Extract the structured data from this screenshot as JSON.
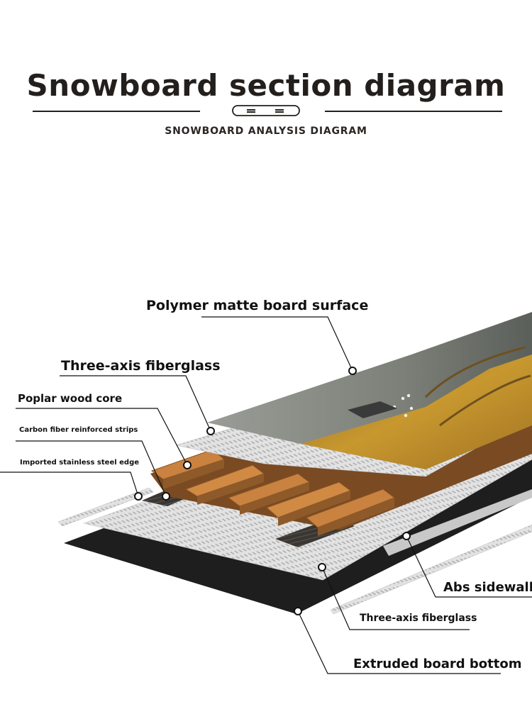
{
  "header": {
    "title": "Snowboard section diagram",
    "subtitle": "SNOWBOARD ANALYSIS DIAGRAM"
  },
  "labels": {
    "polymer_surface": "Polymer matte board surface",
    "fiberglass_top": "Three-axis fiberglass",
    "wood_core": "Poplar wood core",
    "carbon_strips": "Carbon fiber reinforced strips",
    "steel_edge": "Imported stainless steel edge",
    "abs_sidewall": "Abs sidewall",
    "fiberglass_bottom": "Three-axis fiberglass",
    "board_bottom": "Extruded board bottom"
  },
  "icons": {
    "header_emblem": "snowboard-icon"
  },
  "colors": {
    "title": "#231f1c",
    "base": "#1c1c1c",
    "fiberglass": "#dcdcdc",
    "wood": "#c9823f",
    "wood_dark": "#7a4a22",
    "topsheet": "#7c8078",
    "graphic_gold": "#c09030"
  }
}
